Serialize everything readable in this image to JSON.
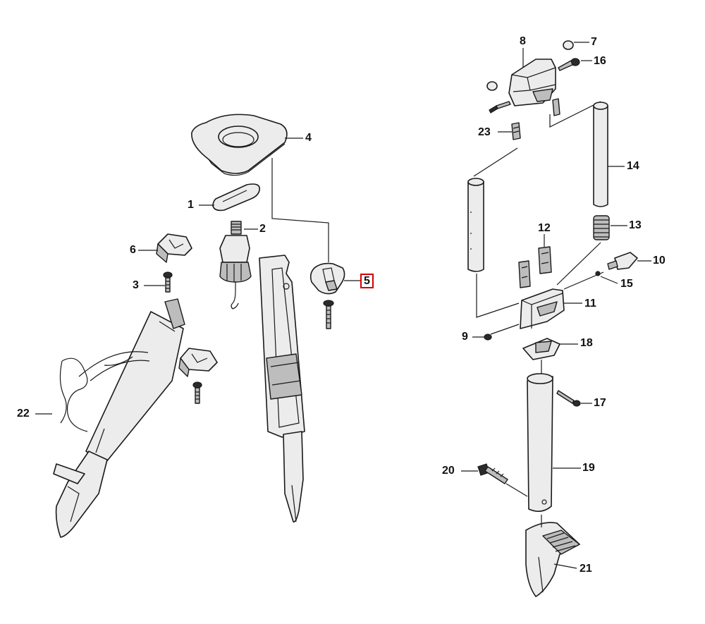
{
  "diagram": {
    "highlight_color": "#d40000",
    "callouts": {
      "c1": "1",
      "c2": "2",
      "c3": "3",
      "c4": "4",
      "c5": "5",
      "c6": "6",
      "c7": "7",
      "c8": "8",
      "c9": "9",
      "c10": "10",
      "c11": "11",
      "c12": "12",
      "c13": "13",
      "c14": "14",
      "c15": "15",
      "c16": "16",
      "c17": "17",
      "c18": "18",
      "c19": "19",
      "c20": "20",
      "c21": "21",
      "c22": "22",
      "c23": "23"
    },
    "highlighted_callout": "5"
  }
}
